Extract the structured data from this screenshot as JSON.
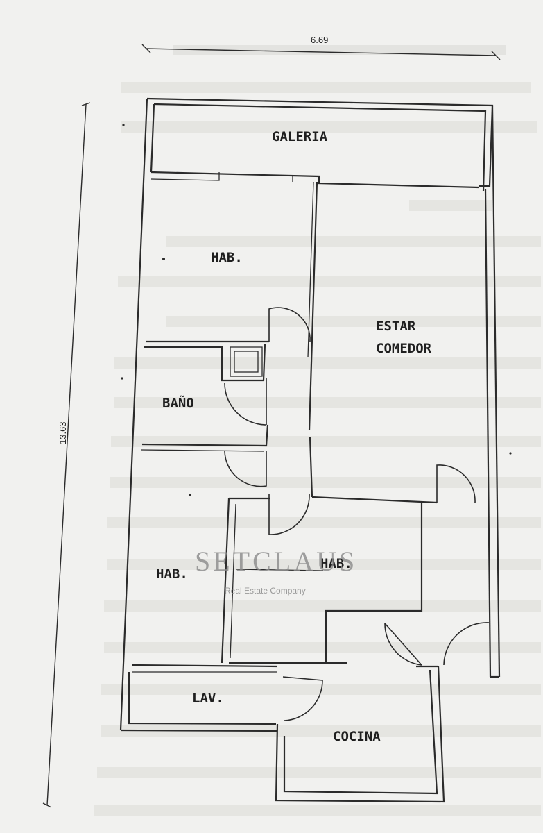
{
  "dimensions": {
    "width_label": "6.69",
    "height_label": "13.63"
  },
  "rooms": {
    "galeria": "GALERIA",
    "hab_top": "HAB.",
    "estar": "ESTAR",
    "comedor": "COMEDOR",
    "bano": "BAÑO",
    "hab_left": "HAB.",
    "hab_center": "HAB.",
    "lav": "LAV.",
    "cocina": "COCINA"
  },
  "watermark": {
    "name": "SETCLAUS",
    "tagline": "Real Estate Company"
  },
  "colors": {
    "paper": "#f1f1ef",
    "ink": "#2b2b2b",
    "bleed_text": "#cfcfcb"
  }
}
